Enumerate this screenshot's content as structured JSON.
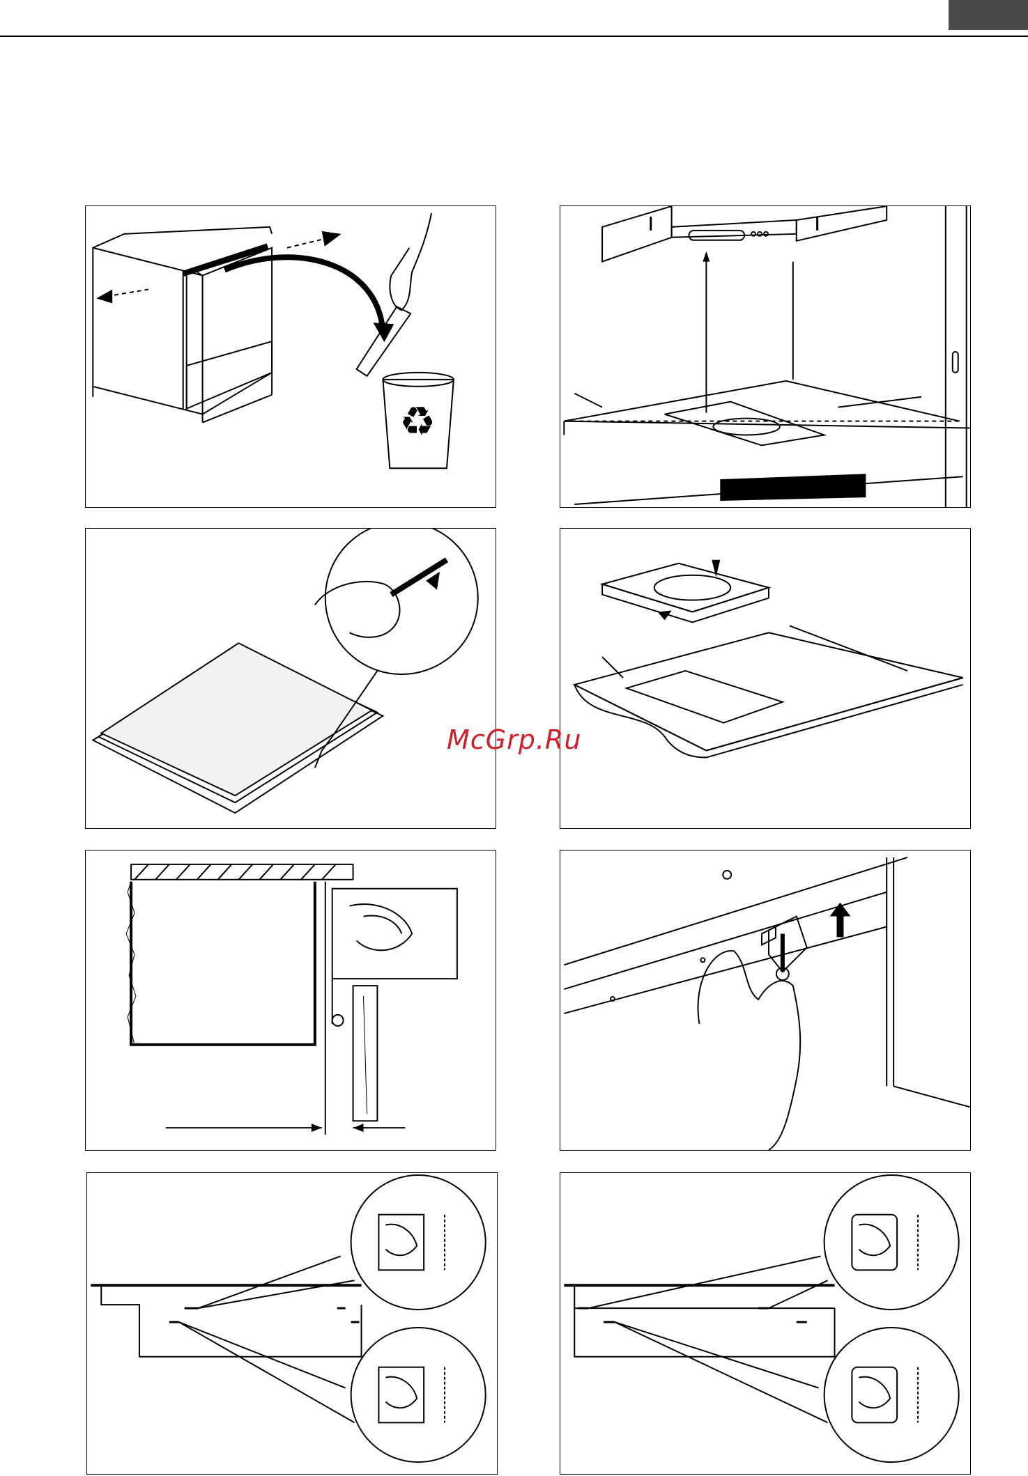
{
  "page": {
    "watermark": "McGrp.Ru",
    "accent_tab_color": "#4a4a4a"
  },
  "figures": [
    {
      "id": "remove-cabinet-rail",
      "icon": "recycle-icon"
    },
    {
      "id": "kitchen-clearances"
    },
    {
      "id": "apply-seal-strip"
    },
    {
      "id": "worktop-cutout"
    },
    {
      "id": "cross-section-drawer"
    },
    {
      "id": "fix-bracket"
    },
    {
      "id": "bracket-positions-a"
    },
    {
      "id": "bracket-positions-b"
    }
  ]
}
